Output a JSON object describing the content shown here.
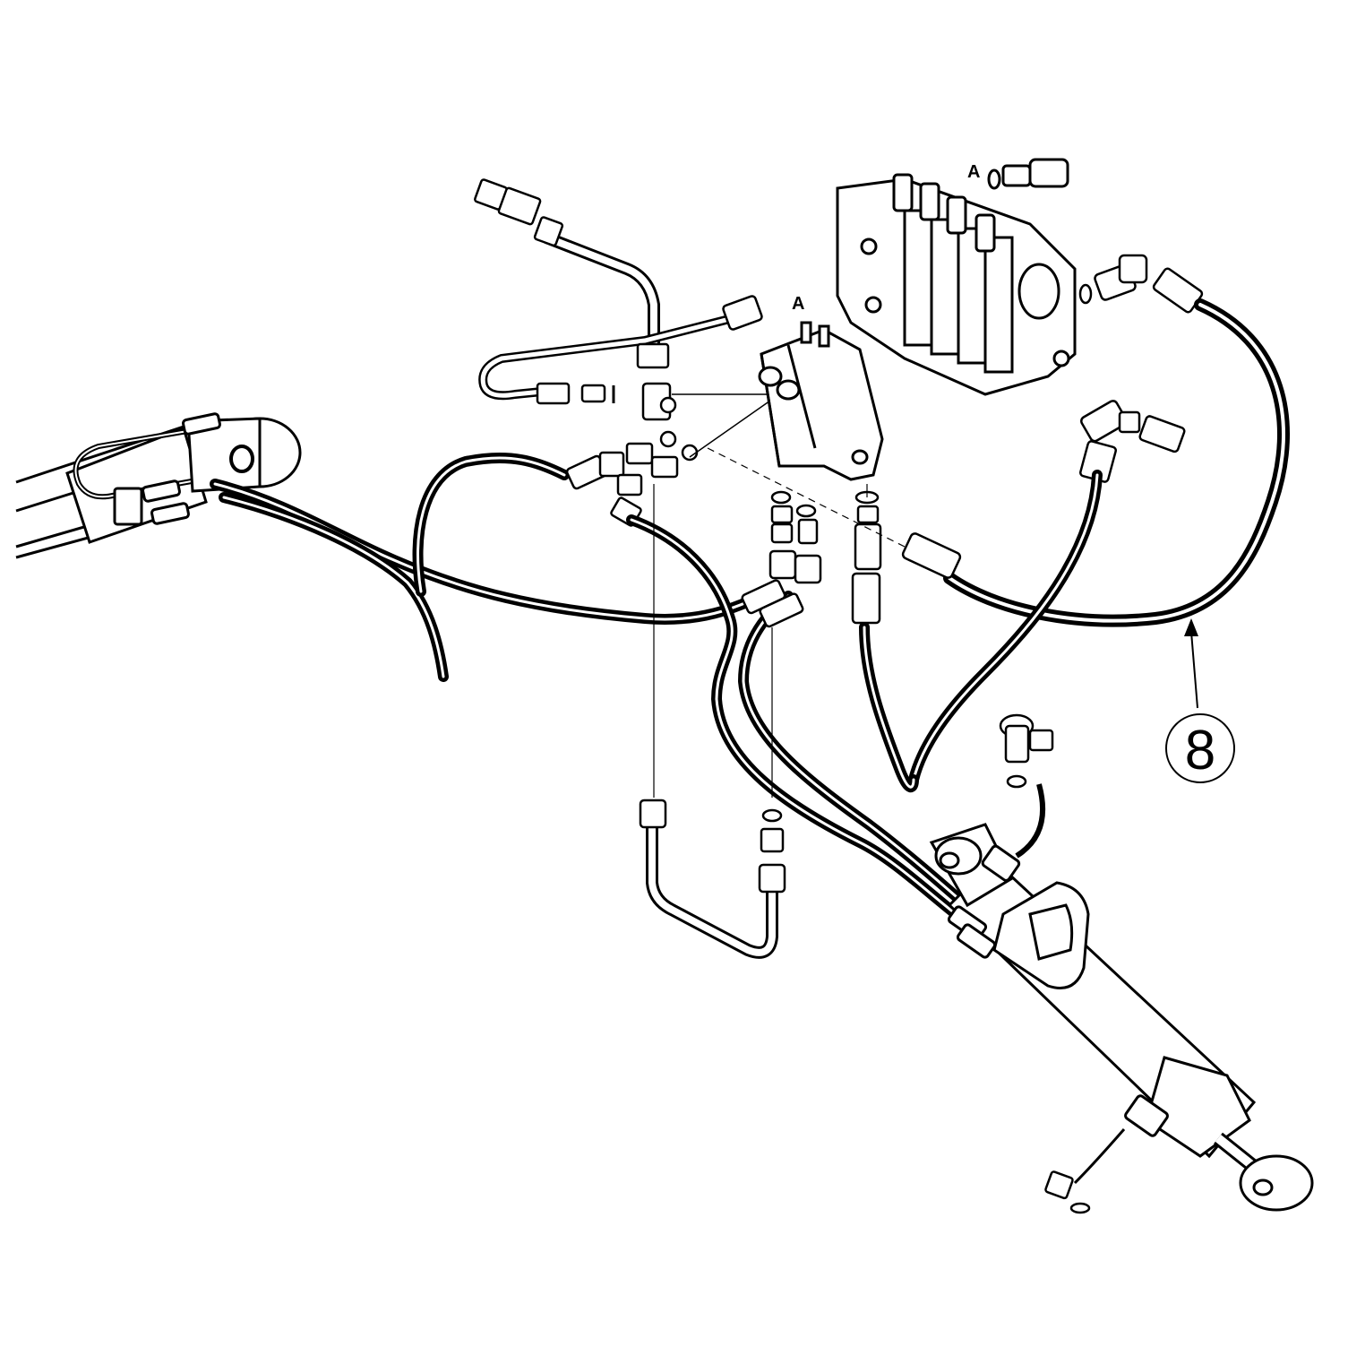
{
  "diagram": {
    "callout": {
      "number": "8"
    },
    "labels": {
      "port_a_top": "A",
      "port_a_pipe": "A"
    },
    "colors": {
      "line": "#000000",
      "background": "#ffffff",
      "part_fill": "#ffffff"
    }
  }
}
